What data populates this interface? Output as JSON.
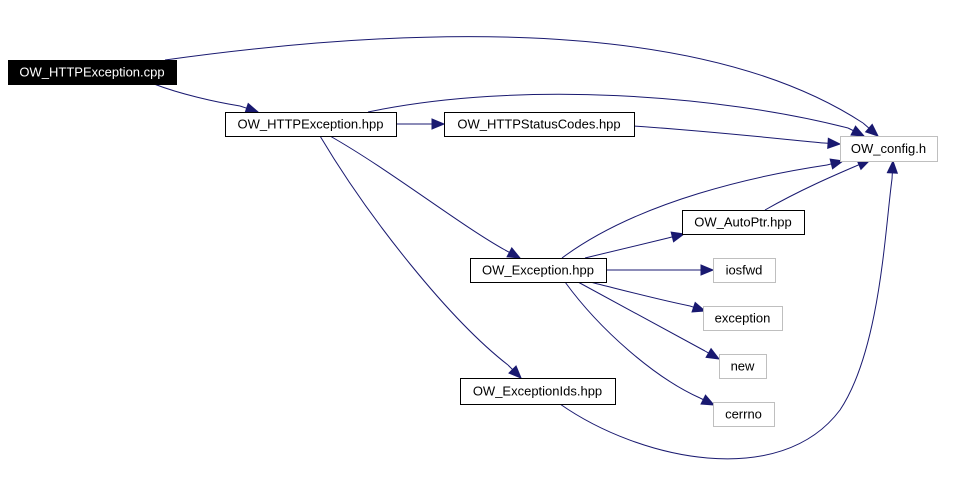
{
  "colors": {
    "edge": "#191970",
    "node_border_local": "#000000",
    "node_border_external": "#bfbfbf",
    "root_fill": "#000000",
    "root_text": "#ffffff",
    "node_fill": "#ffffff",
    "node_text": "#000000"
  },
  "nodes": [
    {
      "id": "n0",
      "label": "OW_HTTPException.cpp",
      "kind": "root"
    },
    {
      "id": "n1",
      "label": "OW_HTTPException.hpp",
      "kind": "local"
    },
    {
      "id": "n2",
      "label": "OW_HTTPStatusCodes.hpp",
      "kind": "local"
    },
    {
      "id": "n3",
      "label": "OW_config.h",
      "kind": "external"
    },
    {
      "id": "n4",
      "label": "OW_AutoPtr.hpp",
      "kind": "local"
    },
    {
      "id": "n5",
      "label": "OW_Exception.hpp",
      "kind": "local"
    },
    {
      "id": "n6",
      "label": "iosfwd",
      "kind": "external"
    },
    {
      "id": "n7",
      "label": "exception",
      "kind": "external"
    },
    {
      "id": "n8",
      "label": "new",
      "kind": "external"
    },
    {
      "id": "n9",
      "label": "cerrno",
      "kind": "external"
    },
    {
      "id": "n10",
      "label": "OW_ExceptionIds.hpp",
      "kind": "local"
    }
  ],
  "edges": [
    {
      "from": "n0",
      "to": "n1"
    },
    {
      "from": "n0",
      "to": "n3"
    },
    {
      "from": "n1",
      "to": "n2"
    },
    {
      "from": "n1",
      "to": "n3"
    },
    {
      "from": "n1",
      "to": "n5"
    },
    {
      "from": "n1",
      "to": "n10"
    },
    {
      "from": "n2",
      "to": "n3"
    },
    {
      "from": "n5",
      "to": "n3"
    },
    {
      "from": "n5",
      "to": "n4"
    },
    {
      "from": "n5",
      "to": "n6"
    },
    {
      "from": "n5",
      "to": "n7"
    },
    {
      "from": "n5",
      "to": "n8"
    },
    {
      "from": "n5",
      "to": "n9"
    },
    {
      "from": "n4",
      "to": "n3"
    },
    {
      "from": "n10",
      "to": "n3"
    }
  ]
}
